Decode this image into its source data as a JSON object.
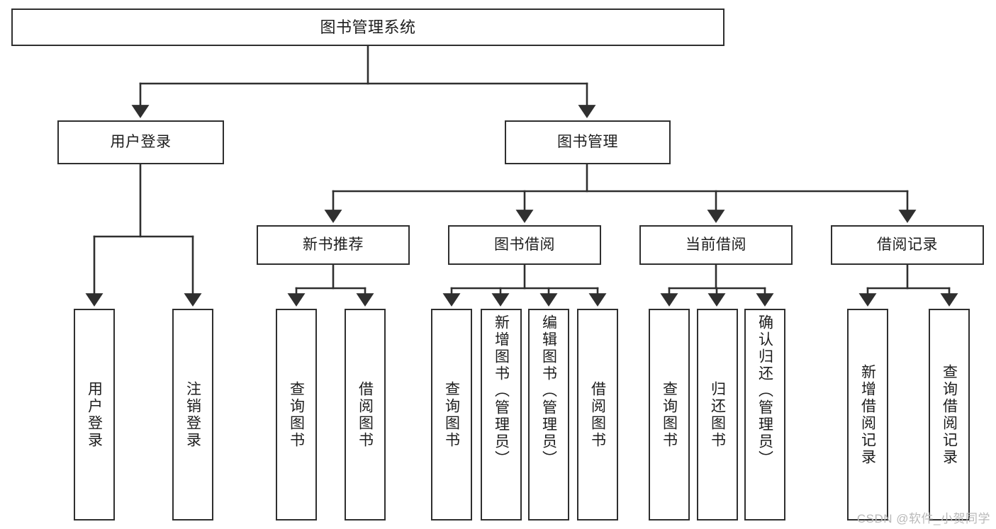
{
  "diagram": {
    "title": "图书管理系统",
    "type": "tree",
    "watermark": "CSDN @软件_小贺同学",
    "colors": {
      "box_border": "#2f2f2f",
      "box_fill": "#ffffff",
      "connector": "#2f2f2f",
      "text": "#1d1d1d",
      "watermark": "#b9b9b9",
      "background": "#ffffff"
    },
    "root": {
      "label": "图书管理系统"
    },
    "level2": [
      {
        "label": "用户登录"
      },
      {
        "label": "图书管理"
      }
    ],
    "level3": [
      {
        "label": "新书推荐"
      },
      {
        "label": "图书借阅"
      },
      {
        "label": "当前借阅"
      },
      {
        "label": "借阅记录"
      }
    ],
    "leaves": {
      "user_login": [
        {
          "label": "用户登录"
        },
        {
          "label": "注销登录"
        }
      ],
      "new_book_recommend": [
        {
          "label": "查询图书"
        },
        {
          "label": "借阅图书"
        }
      ],
      "book_borrow": [
        {
          "label": "查询图书"
        },
        {
          "label": "新增图书（管理员）"
        },
        {
          "label": "编辑图书（管理员）"
        },
        {
          "label": "借阅图书"
        }
      ],
      "current_borrow": [
        {
          "label": "查询图书"
        },
        {
          "label": "归还图书"
        },
        {
          "label": "确认归还（管理员）"
        }
      ],
      "borrow_record": [
        {
          "label": "新增借阅记录"
        },
        {
          "label": "查询借阅记录"
        }
      ]
    }
  }
}
